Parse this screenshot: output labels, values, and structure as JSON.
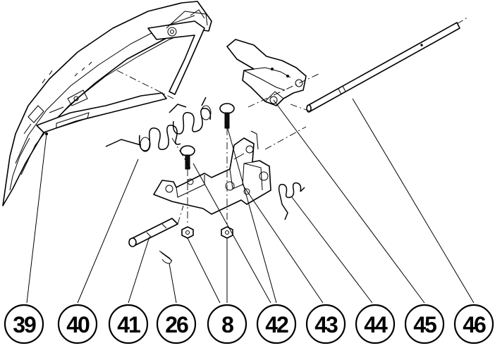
{
  "callouts": [
    {
      "id": "39",
      "label": "39"
    },
    {
      "id": "40",
      "label": "40"
    },
    {
      "id": "41",
      "label": "41"
    },
    {
      "id": "26",
      "label": "26"
    },
    {
      "id": "8",
      "label": "8"
    },
    {
      "id": "42",
      "label": "42"
    },
    {
      "id": "43",
      "label": "43"
    },
    {
      "id": "44",
      "label": "44"
    },
    {
      "id": "45",
      "label": "45"
    },
    {
      "id": "46",
      "label": "46"
    }
  ],
  "colors": {
    "line": "#000000",
    "background": "#ffffff"
  }
}
